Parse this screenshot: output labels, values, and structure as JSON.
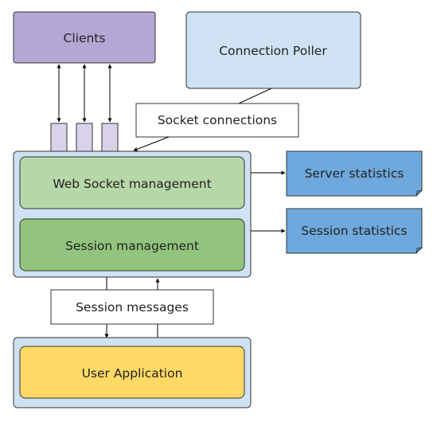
{
  "nodes": {
    "clients": {
      "label": "Clients",
      "fill": "#b4a7d6"
    },
    "connection_poller": {
      "label": "Connection Poller",
      "fill": "#cfe2f3"
    },
    "socket_connections": {
      "label": "Socket connections"
    },
    "web_socket_management": {
      "label": "Web Socket management",
      "fill": "#b6d7a8"
    },
    "session_management": {
      "label": "Session management",
      "fill": "#93c47d"
    },
    "server_statistics": {
      "label": "Server statistics",
      "fill": "#6fa8dc"
    },
    "session_statistics": {
      "label": "Session statistics",
      "fill": "#6fa8dc"
    },
    "session_messages": {
      "label": "Session messages"
    },
    "user_application": {
      "label": "User Application",
      "fill": "#ffd966"
    }
  },
  "containers": {
    "server": {
      "fill": "#cfe2f3"
    },
    "application": {
      "fill": "#cfe2f3"
    }
  },
  "connector_fill": "#d9d2e9"
}
